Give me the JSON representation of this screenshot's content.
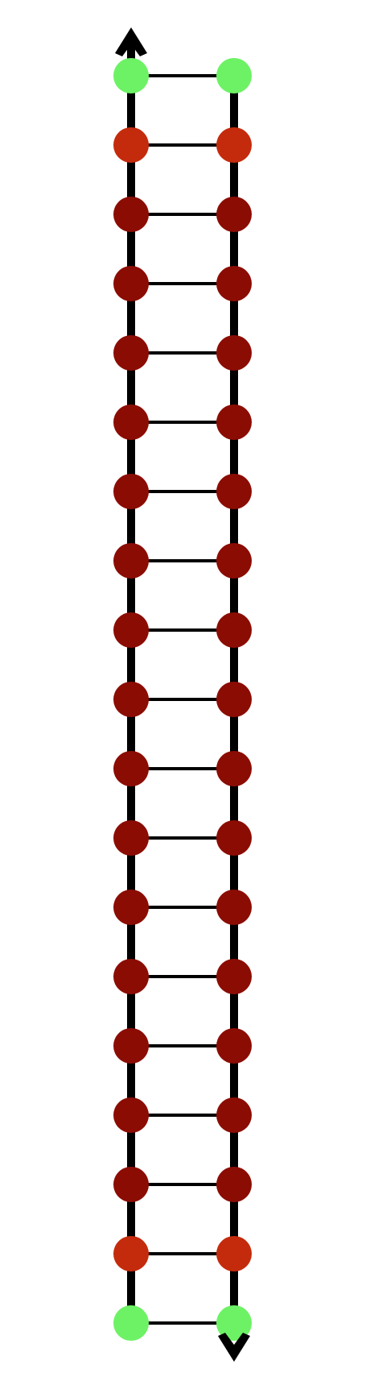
{
  "diagram": {
    "kind": "ladder-graph",
    "rung_count": 19,
    "node_colors": {
      "end_node": "#6df265",
      "transition_node": "#c42b0c",
      "core_node": "#8b0c03",
      "edge": "#000000"
    },
    "rungs": [
      {
        "index": 1,
        "node_type": "end_node"
      },
      {
        "index": 2,
        "node_type": "transition_node"
      },
      {
        "index": 3,
        "node_type": "core_node"
      },
      {
        "index": 4,
        "node_type": "core_node"
      },
      {
        "index": 5,
        "node_type": "core_node"
      },
      {
        "index": 6,
        "node_type": "core_node"
      },
      {
        "index": 7,
        "node_type": "core_node"
      },
      {
        "index": 8,
        "node_type": "core_node"
      },
      {
        "index": 9,
        "node_type": "core_node"
      },
      {
        "index": 10,
        "node_type": "core_node"
      },
      {
        "index": 11,
        "node_type": "core_node"
      },
      {
        "index": 12,
        "node_type": "core_node"
      },
      {
        "index": 13,
        "node_type": "core_node"
      },
      {
        "index": 14,
        "node_type": "core_node"
      },
      {
        "index": 15,
        "node_type": "core_node"
      },
      {
        "index": 16,
        "node_type": "core_node"
      },
      {
        "index": 17,
        "node_type": "core_node"
      },
      {
        "index": 18,
        "node_type": "transition_node"
      },
      {
        "index": 19,
        "node_type": "end_node"
      }
    ],
    "arrows": {
      "left_rail": "up-arrow-icon",
      "right_rail": "down-arrow-icon"
    }
  }
}
